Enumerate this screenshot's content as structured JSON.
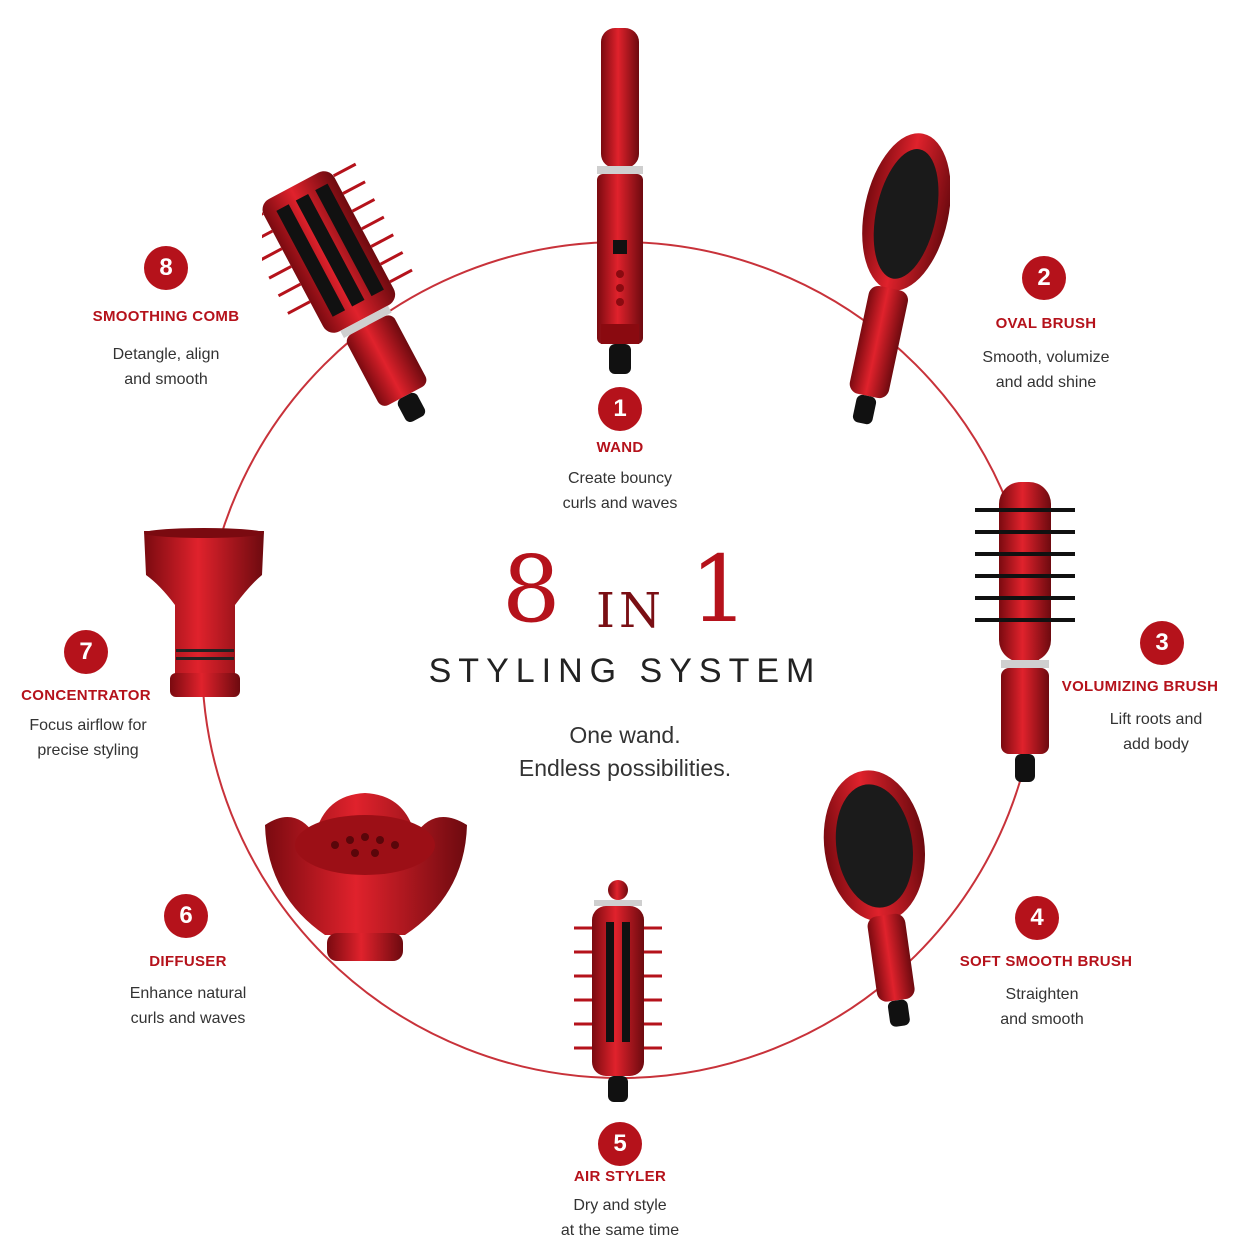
{
  "colors": {
    "accent": "#b5121b",
    "ring": "#c8323a",
    "text": "#333333"
  },
  "hero": {
    "big_left": "8",
    "middle": "IN",
    "big_right": "1",
    "subtitle": "STYLING SYSTEM",
    "tagline_1": "One wand.",
    "tagline_2": "Endless possibilities."
  },
  "attachments": [
    {
      "number": "1",
      "name": "WAND",
      "desc_1": "Create bouncy",
      "desc_2": "curls and waves",
      "icon": "wand-icon"
    },
    {
      "number": "2",
      "name": "OVAL BRUSH",
      "desc_1": "Smooth, volumize",
      "desc_2": "and add shine",
      "icon": "oval-brush-icon"
    },
    {
      "number": "3",
      "name": "VOLUMIZING BRUSH",
      "desc_1": "Lift roots and",
      "desc_2": "add body",
      "icon": "round-brush-icon"
    },
    {
      "number": "4",
      "name": "SOFT SMOOTH BRUSH",
      "desc_1": "Straighten",
      "desc_2": "and smooth",
      "icon": "paddle-brush-icon"
    },
    {
      "number": "5",
      "name": "AIR STYLER",
      "desc_1": "Dry and style",
      "desc_2": "at the same time",
      "icon": "air-styler-icon"
    },
    {
      "number": "6",
      "name": "DIFFUSER",
      "desc_1": "Enhance natural",
      "desc_2": "curls and waves",
      "icon": "diffuser-icon"
    },
    {
      "number": "7",
      "name": "CONCENTRATOR",
      "desc_1": "Focus airflow for",
      "desc_2": "precise styling",
      "icon": "concentrator-icon"
    },
    {
      "number": "8",
      "name": "SMOOTHING COMB",
      "desc_1": "Detangle, align",
      "desc_2": "and smooth",
      "icon": "smoothing-comb-icon"
    }
  ]
}
